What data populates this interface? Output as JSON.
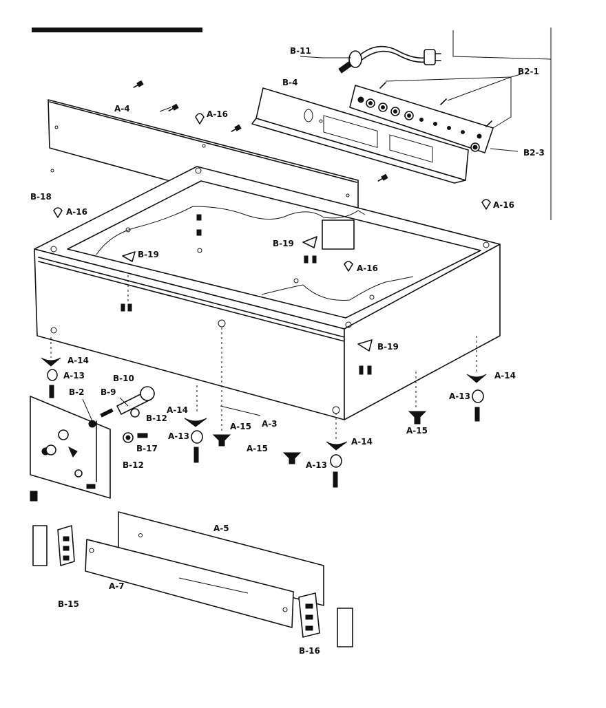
{
  "labels": {
    "b11": "B-11",
    "b4": "B-4",
    "b2_1": "B2-1",
    "b2_3": "B2-3",
    "a4": "A-4",
    "a16": "A-16",
    "b18": "B-18",
    "b19": "B-19",
    "a14": "A-14",
    "a13": "A-13",
    "b10": "B-10",
    "b9": "B-9",
    "b2": "B-2",
    "b12": "B-12",
    "b17": "B-17",
    "a15": "A-15",
    "a3": "A-3",
    "a5": "A-5",
    "a7": "A-7",
    "b15": "B-15",
    "b16": "B-16"
  }
}
